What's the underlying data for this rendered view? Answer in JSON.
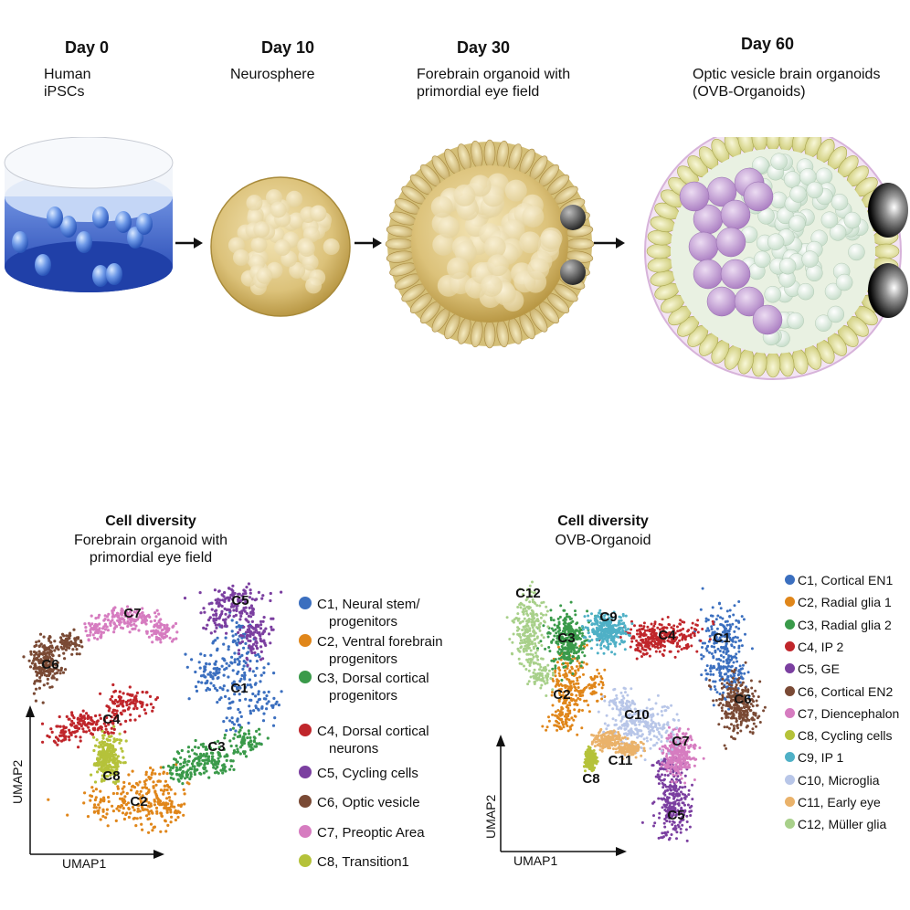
{
  "timeline": [
    {
      "day": "Day 0",
      "lines": [
        "Human",
        "iPSCs"
      ]
    },
    {
      "day": "Day 10",
      "lines": [
        "Neurosphere"
      ]
    },
    {
      "day": "Day 30",
      "lines": [
        "Forebrain organoid with",
        "primordial eye field"
      ]
    },
    {
      "day": "Day 60",
      "lines": [
        "Optic vesicle brain organoids",
        "(OVB-Organoids)"
      ]
    }
  ],
  "left_panel": {
    "title": "Cell diversity",
    "subtitle": [
      "Forebrain organoid with",
      "primordial eye field"
    ],
    "xlabel": "UMAP1",
    "ylabel": "UMAP2",
    "clusters": [
      {
        "id": "C1",
        "label": [
          "C1, Neural stem/",
          "progenitors"
        ],
        "color": "#3b6fbf"
      },
      {
        "id": "C2",
        "label": [
          "C2, Ventral forebrain",
          "progenitors"
        ],
        "color": "#e0861a"
      },
      {
        "id": "C3",
        "label": [
          "C3, Dorsal cortical",
          "progenitors"
        ],
        "color": "#3a9a4a"
      },
      {
        "id": "C4",
        "label": [
          "C4, Dorsal cortical",
          "neurons"
        ],
        "color": "#c0262b"
      },
      {
        "id": "C5",
        "label": [
          "C5, Cycling cells"
        ],
        "color": "#7b3fa0"
      },
      {
        "id": "C6",
        "label": [
          "C6, Optic vesicle"
        ],
        "color": "#7a4a35"
      },
      {
        "id": "C7",
        "label": [
          "C7, Preoptic Area"
        ],
        "color": "#d67cc0"
      },
      {
        "id": "C8",
        "label": [
          "C8, Transition1"
        ],
        "color": "#b5c23a"
      }
    ]
  },
  "right_panel": {
    "title": "Cell diversity",
    "subtitle": "OVB-Organoid",
    "xlabel": "UMAP1",
    "ylabel": "UMAP2",
    "clusters": [
      {
        "id": "C1",
        "label": "C1, Cortical EN1",
        "color": "#3b6fbf"
      },
      {
        "id": "C2",
        "label": "C2, Radial glia 1",
        "color": "#e0861a"
      },
      {
        "id": "C3",
        "label": "C3, Radial glia 2",
        "color": "#3a9a4a"
      },
      {
        "id": "C4",
        "label": "C4, IP 2",
        "color": "#c0262b"
      },
      {
        "id": "C5",
        "label": "C5, GE",
        "color": "#7b3fa0"
      },
      {
        "id": "C6",
        "label": "C6, Cortical EN2",
        "color": "#7a4a35"
      },
      {
        "id": "C7",
        "label": "C7, Diencephalon",
        "color": "#d67cc0"
      },
      {
        "id": "C8",
        "label": "C8, Cycling cells",
        "color": "#b5c23a"
      },
      {
        "id": "C9",
        "label": "C9, IP 1",
        "color": "#4fb0c6"
      },
      {
        "id": "C10",
        "label": "C10, Microglia",
        "color": "#b8c6e8"
      },
      {
        "id": "C11",
        "label": "C11, Early eye",
        "color": "#eab26a"
      },
      {
        "id": "C12",
        "label": "C12, Müller glia",
        "color": "#a8d08a"
      }
    ]
  }
}
